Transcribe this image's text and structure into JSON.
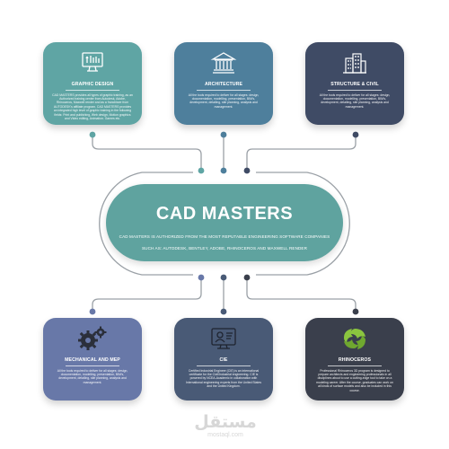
{
  "hub": {
    "title": "CAD MASTERS",
    "line1": "CAD MASTERS IS AUTHORIZED FROM THE MOST REPUTABLE ENGINEERING SOFTWARE COMPANIES",
    "line2": "SUCH AS: AUTODESK, BENTLEY, ADOBE, RHINOCEROS AND MAXWELL RENDER"
  },
  "cards": {
    "graphic": {
      "title": "GRAPHIC DESIGN",
      "desc": "CAD MASTERS provides all types of graphic training, as an Authorized training center from Autodesk, Adobe, Rhinoceros, Maxwell render and as a franchisee from AUTODESK's affiliate program. CAD MASTERS provides an integrated high level of graphic training in the following fields: Print and publishing, Web design, Motion graphics and Video editing, Animation. Games etc."
    },
    "architecture": {
      "title": "ARCHITECTURE",
      "desc": "All the tools required to deliver for all stages: design, documentation, modelling, presentation, BIM's, development, detailing, site planning, analysis and management."
    },
    "structure": {
      "title": "STRUCTURE & CIVIL",
      "desc": "All the tools required to deliver for all stages: design, documentation, modelling, presentation, BIM's, development, detailing, site planning, analysis and management."
    },
    "mechanical": {
      "title": "MECHANICAL AND MEP",
      "desc": "All the tools required to deliver for all stages: design, documentation, modelling, presentation, BIM's, development, detailing, site planning, analysis and management."
    },
    "cie": {
      "title": "CIE",
      "desc": "Certified Industrial Engineer (CIE) is an international certificate for the Civil/Industrial engineering. CIE is powered by NCEA-Academic in collaboration with International engineering experts from the United States and the United Kingdom."
    },
    "rhinoceros": {
      "title": "RHINOCEROS",
      "desc": "Professional Rhinoceros 3D program is designed to prepare architects and engineering professionals in all disciplines about to use a cutting-edge tool to take on a modeling career. After the course, graduates can work on all kinds of surface models and also be included in this course."
    }
  },
  "watermark": {
    "arabic": "مستقل",
    "latin": "mostaql.com"
  },
  "colors": {
    "graphic": "#5fa5a4",
    "architecture": "#4e7f9c",
    "structure": "#3f4b65",
    "mechanical": "#6878a8",
    "cie": "#495a76",
    "rhinoceros": "#3a3f4c",
    "hub": "#5fa39f",
    "connector": "#9aa0a6"
  },
  "icons": {
    "graphic": "monitor-pen-icon",
    "architecture": "building-columns-icon",
    "structure": "city-buildings-icon",
    "mechanical": "gears-icon",
    "cie": "engineer-screen-icon",
    "rhinoceros": "rhino-logo-icon"
  }
}
